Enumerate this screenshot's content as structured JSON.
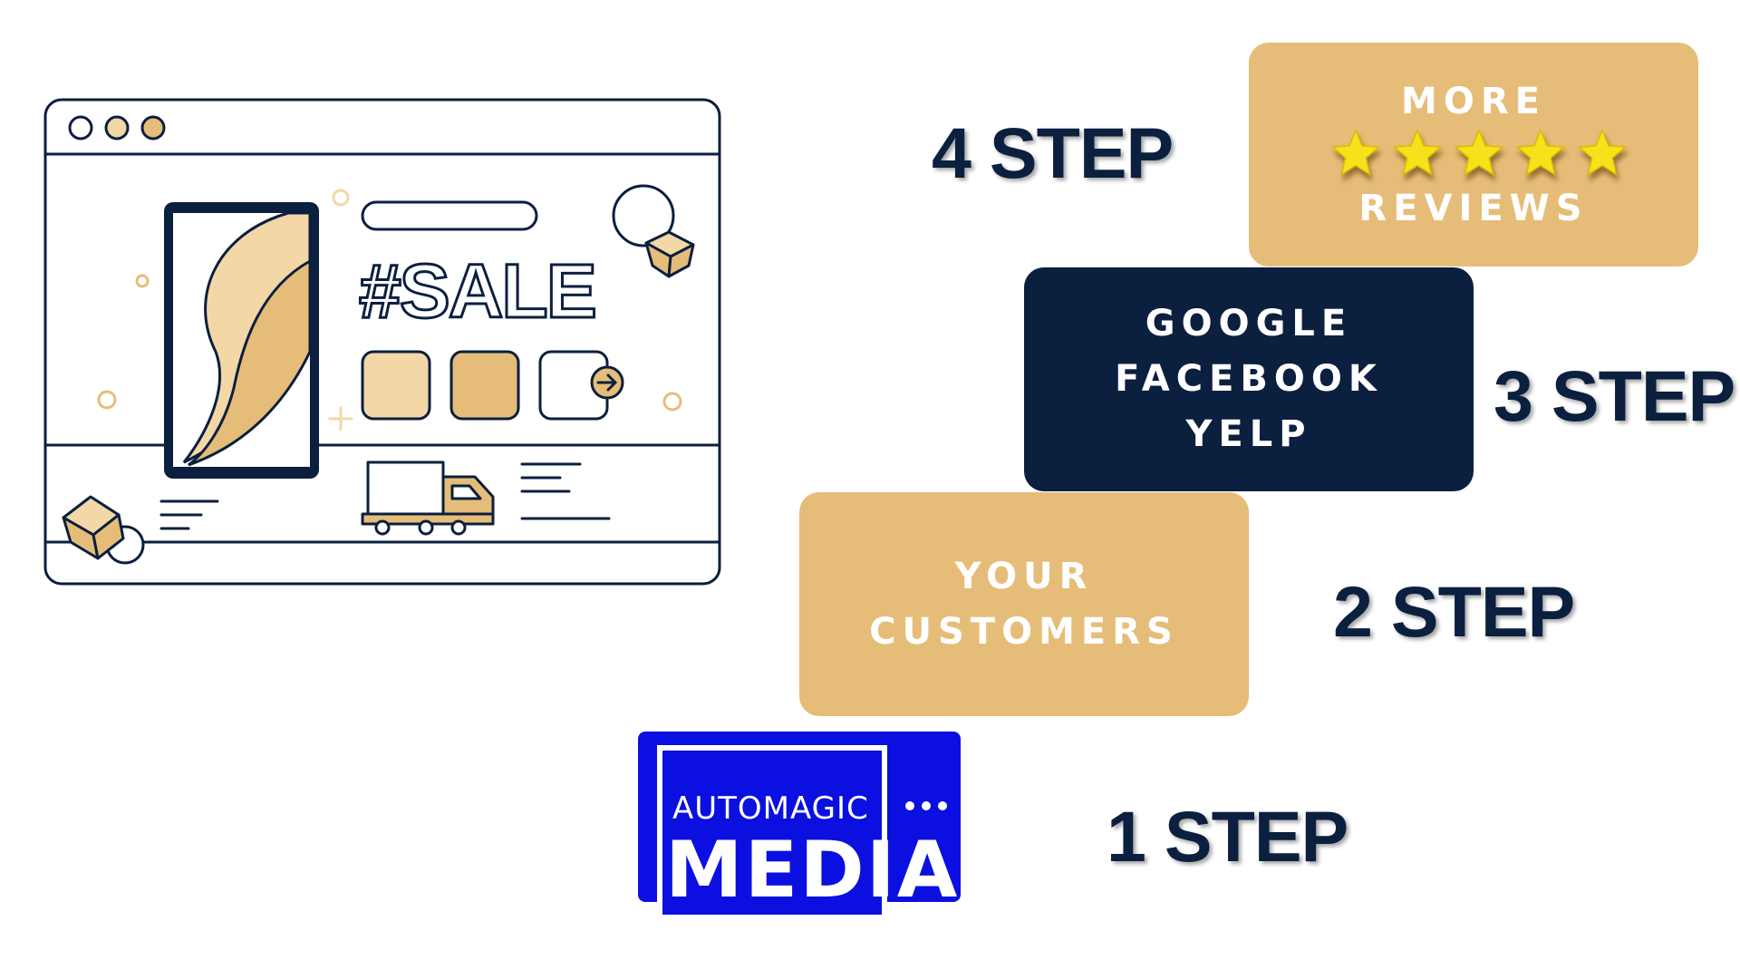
{
  "illustration": {
    "sale_text": "#SALE"
  },
  "steps": [
    {
      "label": "4 STEP",
      "box_lines": [
        "MORE",
        "REVIEWS"
      ],
      "stars": 5
    },
    {
      "label": "3 STEP",
      "box_lines": [
        "GOOGLE",
        "FACEBOOK",
        "YELP"
      ]
    },
    {
      "label": "2 STEP",
      "box_lines": [
        "YOUR",
        "CUSTOMERS"
      ]
    },
    {
      "label": "1 STEP"
    }
  ],
  "logo": {
    "top_text": "AUTOMAGIC",
    "bottom_text": "MEDIA"
  },
  "colors": {
    "navy": "#0b1f3f",
    "gold": "#e6bd78",
    "logo_blue": "#0b10e0",
    "star_yellow": "#f5e21a"
  }
}
